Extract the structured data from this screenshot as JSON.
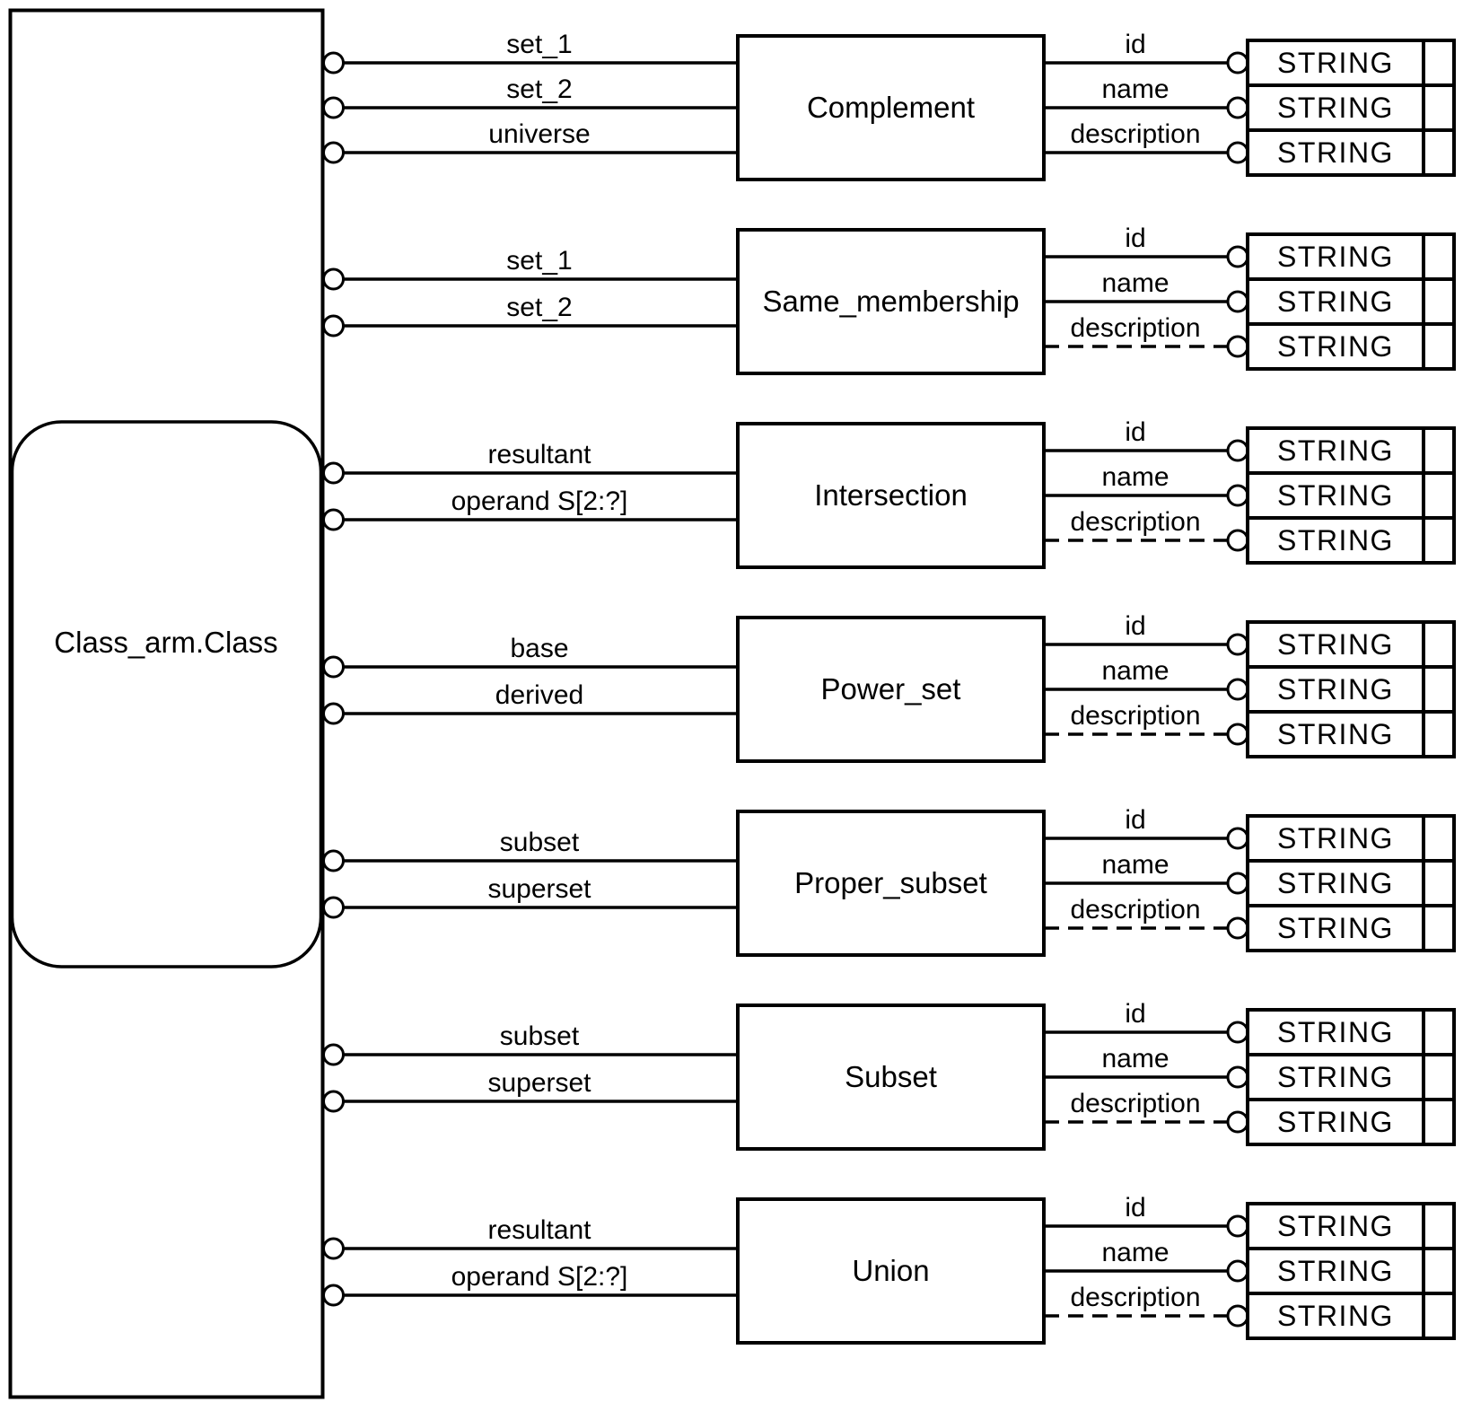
{
  "diagram": {
    "notation": "EXPRESS-G",
    "colors": {
      "line": "#000000",
      "background": "#ffffff"
    },
    "class_box": {
      "label": "Class_arm.Class"
    },
    "rows": [
      {
        "name": "Complement",
        "left_ports": [
          {
            "label": "set_1"
          },
          {
            "label": "set_2"
          },
          {
            "label": "universe"
          }
        ],
        "attributes": [
          {
            "label": "id",
            "type": "STRING",
            "dashed": false
          },
          {
            "label": "name",
            "type": "STRING",
            "dashed": false
          },
          {
            "label": "description",
            "type": "STRING",
            "dashed": false
          }
        ]
      },
      {
        "name": "Same_membership",
        "left_ports": [
          {
            "label": "set_1"
          },
          {
            "label": "set_2"
          }
        ],
        "attributes": [
          {
            "label": "id",
            "type": "STRING",
            "dashed": false
          },
          {
            "label": "name",
            "type": "STRING",
            "dashed": false
          },
          {
            "label": "description",
            "type": "STRING",
            "dashed": true
          }
        ]
      },
      {
        "name": "Intersection",
        "left_ports": [
          {
            "label": "resultant"
          },
          {
            "label": "operand S[2:?]"
          }
        ],
        "attributes": [
          {
            "label": "id",
            "type": "STRING",
            "dashed": false
          },
          {
            "label": "name",
            "type": "STRING",
            "dashed": false
          },
          {
            "label": "description",
            "type": "STRING",
            "dashed": true
          }
        ]
      },
      {
        "name": "Power_set",
        "left_ports": [
          {
            "label": "base"
          },
          {
            "label": "derived"
          }
        ],
        "attributes": [
          {
            "label": "id",
            "type": "STRING",
            "dashed": false
          },
          {
            "label": "name",
            "type": "STRING",
            "dashed": false
          },
          {
            "label": "description",
            "type": "STRING",
            "dashed": true
          }
        ]
      },
      {
        "name": "Proper_subset",
        "left_ports": [
          {
            "label": "subset"
          },
          {
            "label": "superset"
          }
        ],
        "attributes": [
          {
            "label": "id",
            "type": "STRING",
            "dashed": false
          },
          {
            "label": "name",
            "type": "STRING",
            "dashed": false
          },
          {
            "label": "description",
            "type": "STRING",
            "dashed": true
          }
        ]
      },
      {
        "name": "Subset",
        "left_ports": [
          {
            "label": "subset"
          },
          {
            "label": "superset"
          }
        ],
        "attributes": [
          {
            "label": "id",
            "type": "STRING",
            "dashed": false
          },
          {
            "label": "name",
            "type": "STRING",
            "dashed": false
          },
          {
            "label": "description",
            "type": "STRING",
            "dashed": true
          }
        ]
      },
      {
        "name": "Union",
        "left_ports": [
          {
            "label": "resultant"
          },
          {
            "label": "operand S[2:?]"
          }
        ],
        "attributes": [
          {
            "label": "id",
            "type": "STRING",
            "dashed": false
          },
          {
            "label": "name",
            "type": "STRING",
            "dashed": false
          },
          {
            "label": "description",
            "type": "STRING",
            "dashed": true
          }
        ]
      }
    ]
  }
}
